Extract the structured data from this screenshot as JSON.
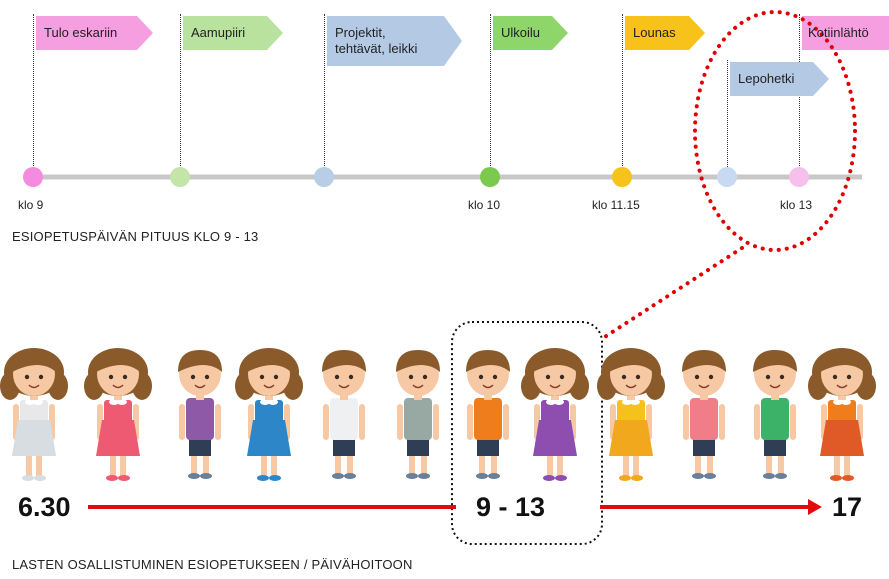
{
  "timeline": {
    "events": [
      {
        "label": "Tulo eskariin",
        "color": "#f59ee0"
      },
      {
        "label": "Aamupiiri",
        "color": "#b9e29f"
      },
      {
        "label": "Projektit,\ntehtävät, leikki",
        "color": "#b3c9e4"
      },
      {
        "label": "Ulkoilu",
        "color": "#8fd66a"
      },
      {
        "label": "Lounas",
        "color": "#f7c21a"
      },
      {
        "label": "Lepohetki",
        "color": "#b3c9e4"
      },
      {
        "label": "Kotiinlähtö",
        "color": "#f59ee0"
      }
    ],
    "dots": [
      {
        "color": "#f48be0"
      },
      {
        "color": "#c4e5a8"
      },
      {
        "color": "#b8cde6"
      },
      {
        "color": "#7cc94f"
      },
      {
        "color": "#f7c21a"
      },
      {
        "color": "#c8d9f2"
      },
      {
        "color": "#f7c0ec"
      }
    ],
    "time_labels": [
      "klo 9",
      "klo 10",
      "klo 11.15",
      "klo 13"
    ],
    "caption": "ESIOPETUSPÄIVÄN  PITUUS KLO 9 - 13",
    "axis_color": "#c8c8c8",
    "highlight_color": "#e00000"
  },
  "attendance": {
    "start": "6.30",
    "middle": "9 - 13",
    "end": "17",
    "caption": "LASTEN OSALLISTUMINEN ESIOPETUKSEEN / PÄIVÄHOITOON",
    "arrow_color": "#e20b0b",
    "children": [
      {
        "gender": "girl",
        "outfit": "#d8dde2",
        "top": "#e8e8ea",
        "legs": "#f3d6c6"
      },
      {
        "gender": "girl",
        "outfit": "#ee5a72",
        "top": "#ee5a72",
        "legs": "#f3d6c6"
      },
      {
        "gender": "boy",
        "outfit": "#8e5aa8",
        "top": "#8e5aa8",
        "legs": "#2f3d55"
      },
      {
        "gender": "girl",
        "outfit": "#2d86c8",
        "top": "#2d86c8",
        "legs": "#f3d6c6"
      },
      {
        "gender": "boy",
        "outfit": "#eef0f2",
        "top": "#eef0f2",
        "legs": "#2f3d55"
      },
      {
        "gender": "boy",
        "outfit": "#98a8a2",
        "top": "#98a8a2",
        "legs": "#2f3d55"
      },
      {
        "gender": "boy",
        "outfit": "#ef7d1c",
        "top": "#ef7d1c",
        "legs": "#2f3d55"
      },
      {
        "gender": "girl",
        "outfit": "#8e4eb0",
        "top": "#8e4eb0",
        "legs": "#f3d6c6"
      },
      {
        "gender": "girl",
        "outfit": "#f2a81d",
        "top": "#f4c21b",
        "legs": "#f3d6c6"
      },
      {
        "gender": "boy",
        "outfit": "#f07d87",
        "top": "#f07d87",
        "legs": "#2f3d55"
      },
      {
        "gender": "boy",
        "outfit": "#3bb268",
        "top": "#3bb268",
        "legs": "#2f3d55"
      },
      {
        "gender": "girl",
        "outfit": "#e05a28",
        "top": "#ef7d1c",
        "legs": "#f3d6c6"
      }
    ]
  }
}
